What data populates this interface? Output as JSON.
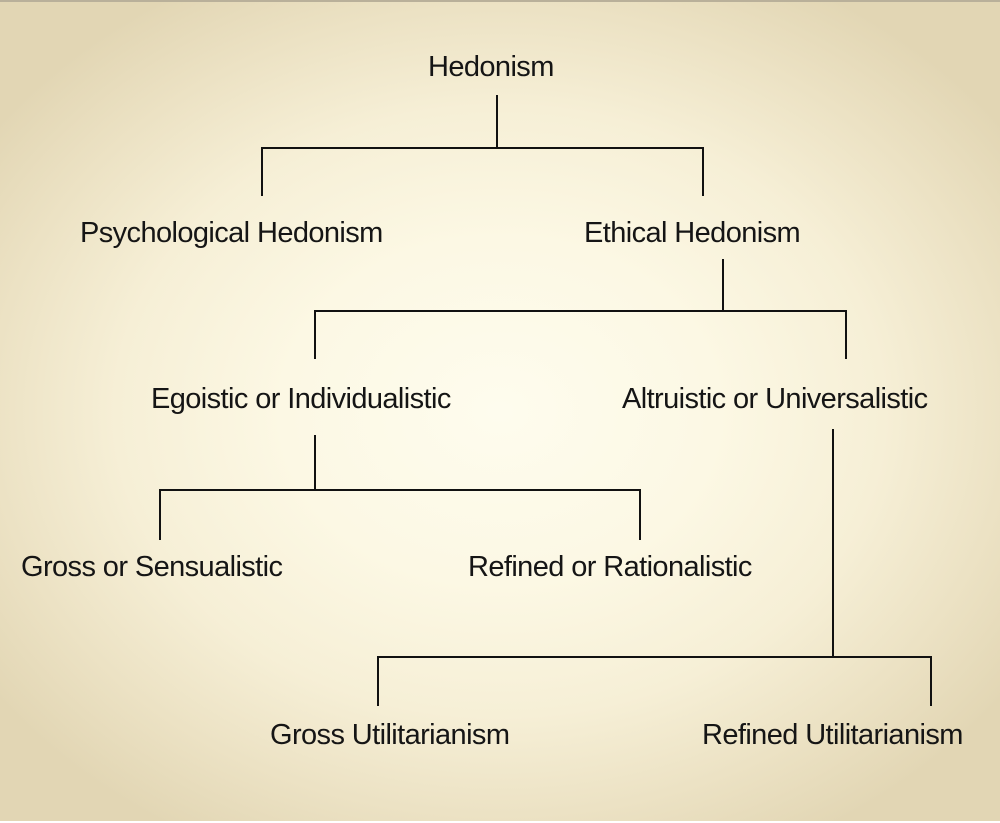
{
  "diagram": {
    "root": "Hedonism",
    "level1": {
      "left": "Psychological Hedonism",
      "right": "Ethical Hedonism"
    },
    "level2": {
      "left": "Egoistic or Individualistic",
      "right": "Altruistic or Universalistic"
    },
    "level3_egoistic": {
      "left": "Gross or Sensualistic",
      "right": "Refined or Rationalistic"
    },
    "level3_altruistic": {
      "left": "Gross  Utilitarianism",
      "right": "Refined  Utilitarianism"
    }
  }
}
